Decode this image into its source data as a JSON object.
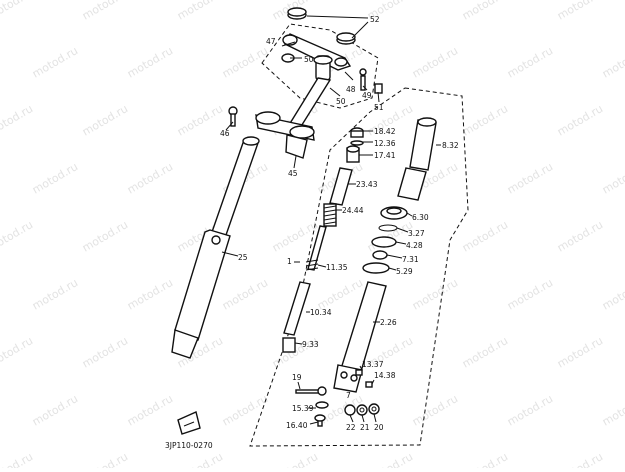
{
  "diagram": {
    "watermark": "motod.ru",
    "code": "3JP110-0270",
    "labels": [
      "52",
      "47",
      "50",
      "49",
      "48",
      "50",
      "51",
      "46",
      "45",
      "25",
      "1",
      "18.42",
      "12.36",
      "17.41",
      "8.32",
      "23.43",
      "24.44",
      "6.30",
      "3.27",
      "4.28",
      "7.31",
      "5.29",
      "11.35",
      "10.34",
      "2.26",
      "9.33",
      "13.37",
      "14.38",
      "19",
      "7",
      "15.39",
      "16.40",
      "22",
      "21",
      "20"
    ]
  }
}
